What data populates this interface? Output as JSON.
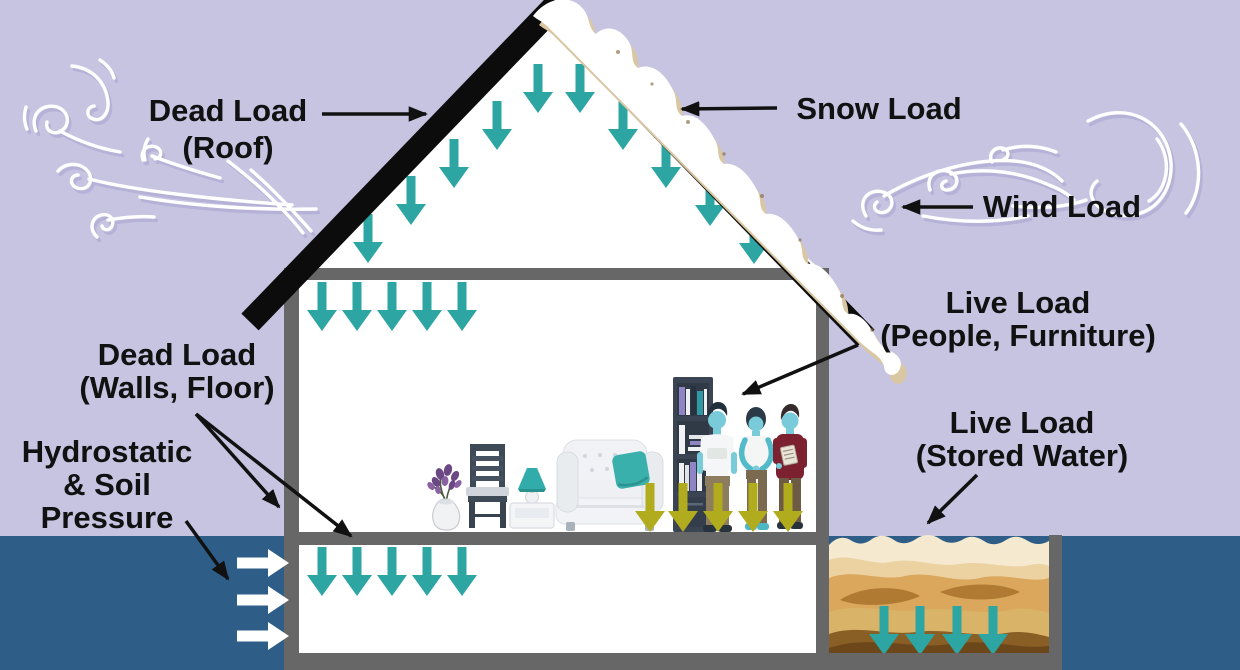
{
  "title": "Types of structural loads acting on a house",
  "colors": {
    "sky": "#c7c4e2",
    "ground_water": "#2e5e87",
    "structure_gray": "#676767",
    "roof_black": "#0c0c0c",
    "snow_white": "#ffffff",
    "snow_shadow": "#d9c7a3",
    "load_arrow_teal": "#2da5a2",
    "live_load_arrow_olive": "#b0ac1e",
    "pressure_arrow_white": "#ffffff",
    "label_text": "#111111",
    "sand_light": "#f5ead0",
    "sand_dark": "#6b4719"
  },
  "labels": {
    "dead_load_roof": {
      "line1": "Dead Load",
      "line2": "(Roof)"
    },
    "snow_load": {
      "line1": "Snow Load"
    },
    "wind_load": {
      "line1": "Wind Load"
    },
    "live_load_people": {
      "line1": "Live Load",
      "line2": "(People, Furniture)"
    },
    "live_load_stored_water": {
      "line1": "Live Load",
      "line2": "(Stored Water)"
    },
    "dead_load_walls_floor": {
      "line1": "Dead Load",
      "line2": "(Walls, Floor)"
    },
    "hydrostatic_soil_pressure": {
      "line1": "Hydrostatic",
      "line2": "& Soil",
      "line3": "Pressure"
    }
  },
  "arrows": {
    "roof_dead_load": {
      "count": 10,
      "direction": "down",
      "color": "#2da5a2"
    },
    "ceiling_dead_load": {
      "count": 5,
      "direction": "down",
      "color": "#2da5a2"
    },
    "basement_dead_load": {
      "count": 5,
      "direction": "down",
      "color": "#2da5a2"
    },
    "live_load_people": {
      "count": 5,
      "direction": "down",
      "color": "#b0ac1e"
    },
    "stored_water": {
      "count": 4,
      "direction": "down",
      "color": "#2da5a2"
    },
    "hydrostatic_soil_pressure": {
      "count": 3,
      "direction": "right",
      "color": "#ffffff"
    }
  },
  "scene": {
    "people_count": 3,
    "furniture": [
      "flower vase",
      "chair",
      "table lamp",
      "sofa with teal cushion",
      "bookshelf"
    ]
  }
}
